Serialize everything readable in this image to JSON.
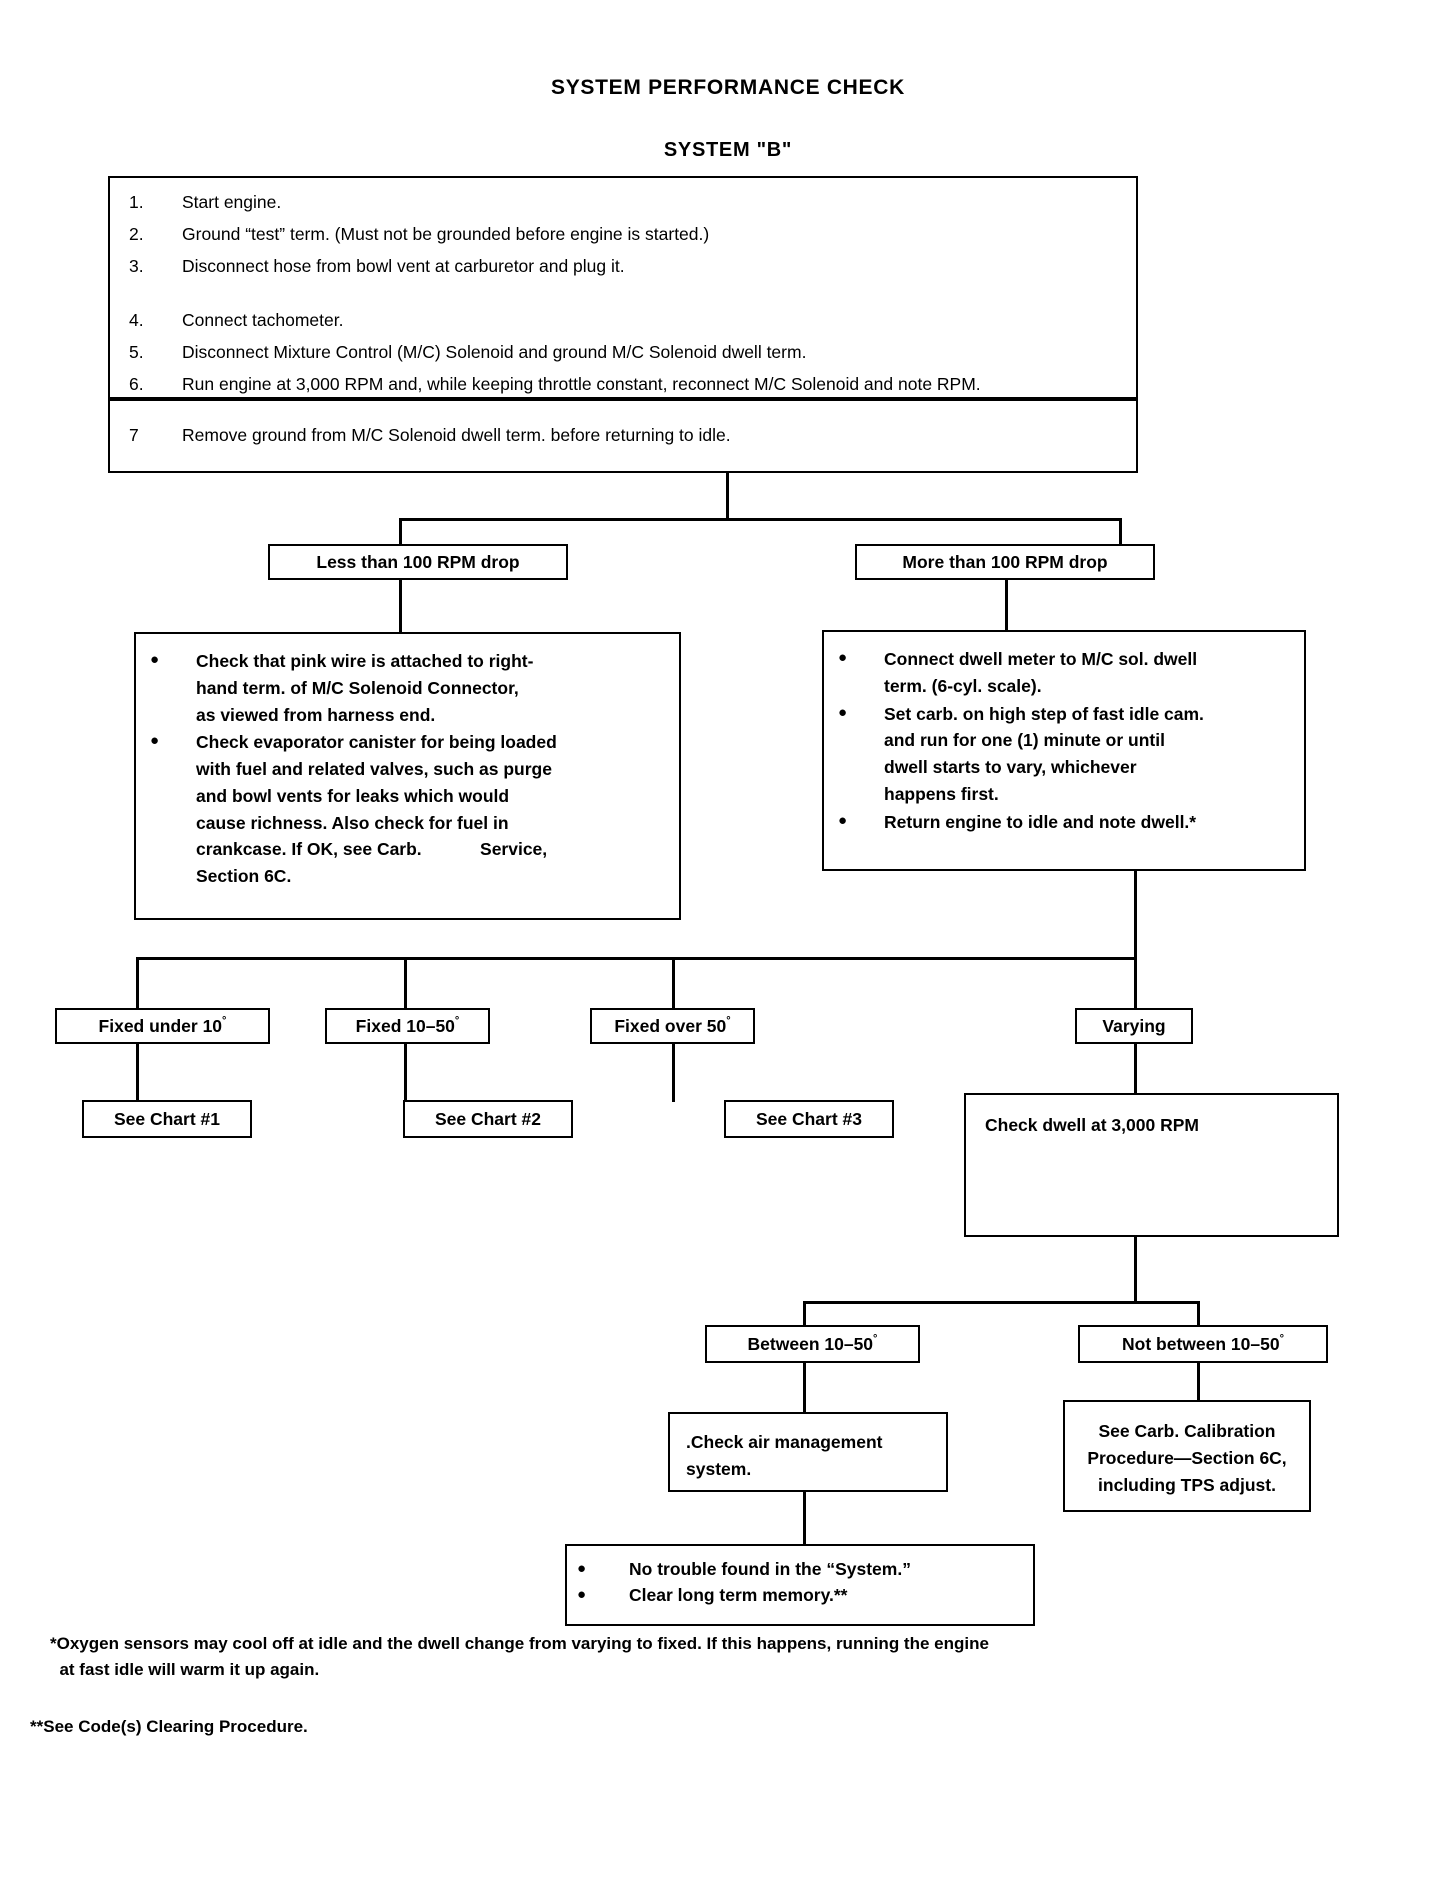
{
  "headings": {
    "main_title": "SYSTEM PERFORMANCE CHECK",
    "sub_title": "SYSTEM \"B\""
  },
  "steps": [
    {
      "num": "1.",
      "text": "Start engine."
    },
    {
      "num": "2.",
      "text": "Ground “test” term.  (Must not be grounded before engine is started.)"
    },
    {
      "num": "3.",
      "text": "Disconnect  hose  from  bowl  vent  at  carburetor  and  plug it."
    },
    {
      "num": "4.",
      "text": "Connect tachometer."
    },
    {
      "num": "5.",
      "text": "Disconnect Mixture Control (M/C) Solenoid and ground M/C Solenoid dwell term."
    },
    {
      "num": "6.",
      "text": "Run engine at 3,000 RPM and, while keeping throttle constant, reconnect M/C Solenoid and note RPM."
    },
    {
      "num": "7",
      "text": "Remove ground from M/C Solenoid dwell term. before returning to idle."
    }
  ],
  "branches": {
    "less_than": "Less than 100 RPM drop",
    "more_than": "More than 100 RPM drop"
  },
  "left_checks": {
    "bullets": [
      [
        "Check that pink wire is attached to right-",
        "hand term. of M/C Solenoid Connector,",
        "as viewed from harness end."
      ],
      [
        "Check evaporator canister for being loaded",
        "with fuel and related valves, such as purge",
        "and bowl vents for leaks which would",
        "cause richness. Also check for fuel in",
        "crankcase. If OK, see Carb.            Service,",
        "Section 6C."
      ]
    ]
  },
  "right_checks": {
    "bullets": [
      [
        "Connect dwell meter to M/C sol. dwell",
        "term. (6-cyl. scale)."
      ],
      [
        "Set carb. on high step of fast idle cam.",
        "and run for one (1) minute or until",
        "dwell starts to vary, whichever",
        "happens first."
      ],
      [
        "Return engine to idle and note dwell.*"
      ]
    ]
  },
  "dwell_results": {
    "fixed_under": {
      "label": "Fixed under 10",
      "degree": "°"
    },
    "fixed_mid": {
      "label": "Fixed 10–50",
      "degree": "°"
    },
    "fixed_over": {
      "label": "Fixed over 50",
      "degree": "°"
    },
    "varying": {
      "label": "Varying",
      "degree": ""
    }
  },
  "charts": {
    "chart1": "See Chart #1",
    "chart2": "See Chart #2",
    "chart3": "See Chart #3"
  },
  "check_dwell": {
    "lines": [
      "Check dwell at 3,000 RPM"
    ]
  },
  "dwell_branch": {
    "between": {
      "label": "Between 10–50",
      "degree": "°"
    },
    "not_between": {
      "label": "Not between 10–50",
      "degree": "°"
    }
  },
  "air_management": {
    "lines": [
      ".Check air management",
      "system."
    ]
  },
  "carb_calibration": {
    "lines": [
      "See Carb. Calibration",
      "Procedure—Section 6C,",
      "including TPS adjust."
    ]
  },
  "no_trouble": {
    "bullets": [
      [
        "No trouble found in the “System.”"
      ],
      [
        "Clear long term memory.**"
      ]
    ]
  },
  "footnotes": {
    "one": [
      "*Oxygen sensors may cool off at idle and the dwell change from varying to fixed. If this happens, running the engine",
      "  at fast idle will warm it up again."
    ],
    "two": [
      "**See Code(s) Clearing Procedure."
    ]
  }
}
